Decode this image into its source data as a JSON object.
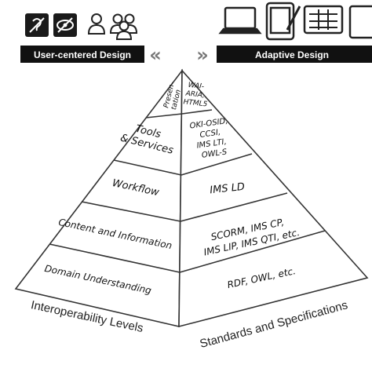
{
  "banners": {
    "left": "User-centered Design",
    "right": "Adaptive Design",
    "left_chevrons": "«",
    "right_chevrons": "»"
  },
  "left_icons": [
    "accessibility-hearing-icon",
    "accessibility-vision-icon",
    "user-icon",
    "user-group-icon"
  ],
  "right_icons": [
    "laptop-icon",
    "tablet-stylus-icon",
    "tablet-grid-icon",
    "tablet-edge-icon"
  ],
  "levels": {
    "presentation_line1": "Presen-",
    "presentation_line2": "tation",
    "tools_line1": "Tools",
    "tools_line2": "& Services",
    "workflow": "Workflow",
    "content": "Content and Information",
    "domain": "Domain Understanding"
  },
  "standards": {
    "top_line1": "WAI-",
    "top_line2": "ARIA,",
    "top_line3": "HTML5",
    "tools_line1": "OKI-OSID,",
    "tools_line2": "CCSI,",
    "tools_line3": "IMS LTI,",
    "tools_line4": "OWL-S",
    "workflow": "IMS LD",
    "content_line1": "SCORM, IMS CP,",
    "content_line2": "IMS LIP, IMS QTI, etc.",
    "domain": "RDF, OWL, etc."
  },
  "captions": {
    "left": "Interoperability Levels",
    "right": "Standards and Specifications"
  },
  "colors": {
    "banner": "#111111",
    "line": "#333333",
    "background": "#ffffff"
  }
}
